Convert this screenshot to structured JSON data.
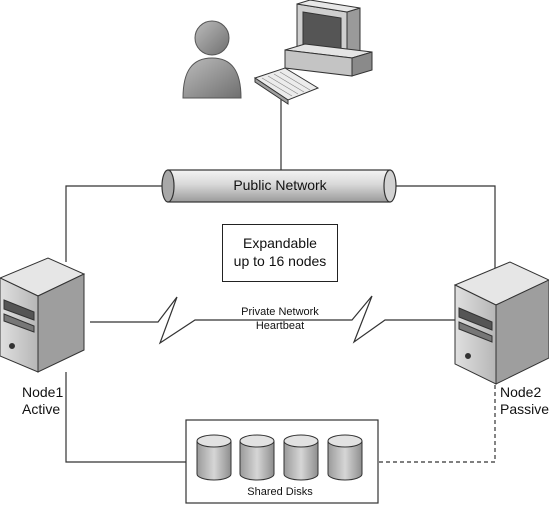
{
  "public_network": {
    "label": "Public Network"
  },
  "cluster_note": {
    "line1": "Expandable",
    "line2": "up to 16 nodes"
  },
  "private_network": {
    "line1": "Private Network",
    "line2": "Heartbeat"
  },
  "node1": {
    "name": "Node1",
    "state": "Active"
  },
  "node2": {
    "name": "Node2",
    "state": "Passive"
  },
  "shared_storage": {
    "label": "Shared Disks",
    "disk_count": 4
  },
  "colors": {
    "line": "#333333",
    "fill_light": "#e6e6e6",
    "fill_mid": "#bdbdbd",
    "fill_dark": "#8a8a8a"
  }
}
